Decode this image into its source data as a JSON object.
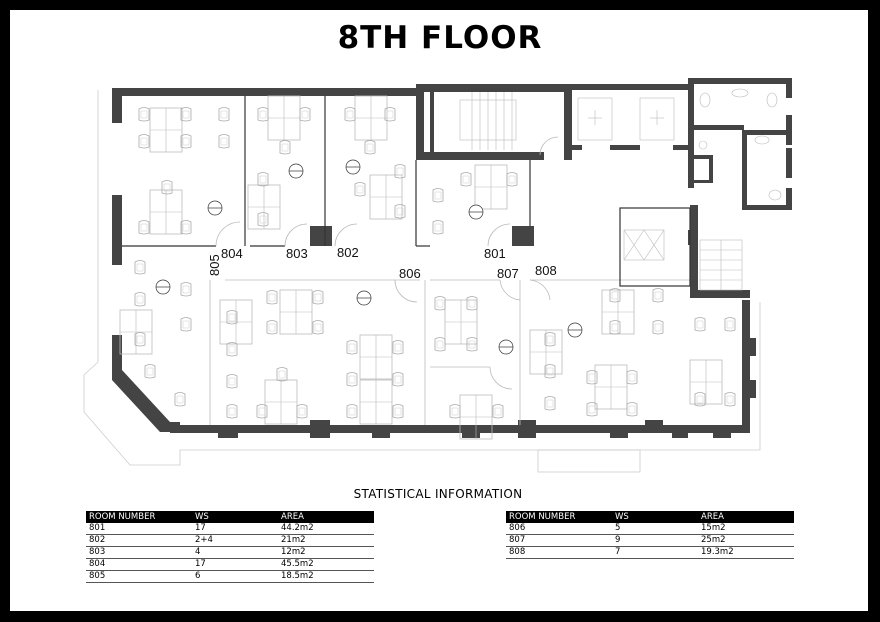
{
  "page": {
    "title": "8TH FLOOR",
    "frame_color": "#000000",
    "wall_color": "#444444"
  },
  "floorplan": {
    "room_labels": [
      {
        "id": "801",
        "label": "801"
      },
      {
        "id": "802",
        "label": "802"
      },
      {
        "id": "803",
        "label": "803"
      },
      {
        "id": "804",
        "label": "804"
      },
      {
        "id": "805",
        "label": "805"
      },
      {
        "id": "806",
        "label": "806"
      },
      {
        "id": "807",
        "label": "807"
      },
      {
        "id": "808",
        "label": "808"
      }
    ],
    "amenities": [
      "stair-core",
      "lift-lobby",
      "wc-block",
      "service-riser",
      "escape-stair"
    ]
  },
  "statistics": {
    "title": "STATISTICAL INFORMATION",
    "columns": [
      "ROOM NUMBER",
      "WS",
      "AREA"
    ],
    "table_left": [
      {
        "room": "801",
        "ws": "17",
        "area": "44.2m2"
      },
      {
        "room": "802",
        "ws": "2+4",
        "area": "21m2"
      },
      {
        "room": "803",
        "ws": "4",
        "area": "12m2"
      },
      {
        "room": "804",
        "ws": "17",
        "area": "45.5m2"
      },
      {
        "room": "805",
        "ws": "6",
        "area": "18.5m2"
      }
    ],
    "table_right": [
      {
        "room": "806",
        "ws": "5",
        "area": "15m2"
      },
      {
        "room": "807",
        "ws": "9",
        "area": "25m2"
      },
      {
        "room": "808",
        "ws": "7",
        "area": "19.3m2"
      }
    ]
  }
}
